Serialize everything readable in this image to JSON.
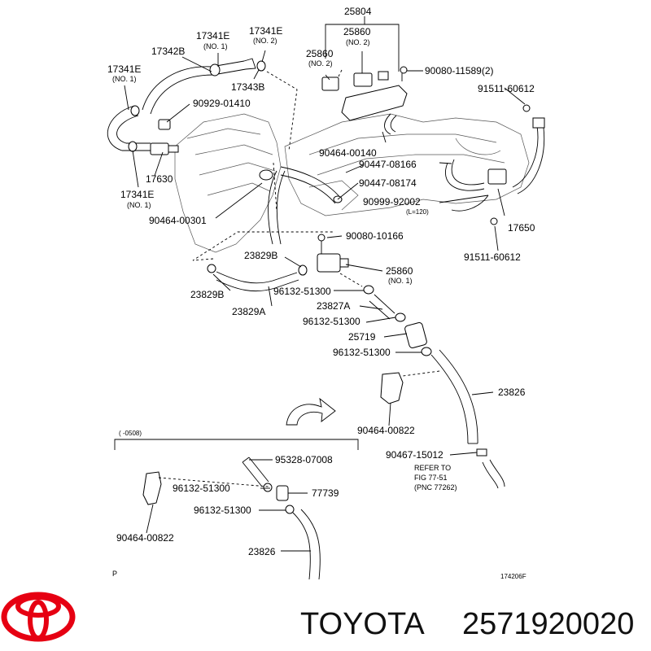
{
  "labels": {
    "p25804": "25804",
    "p25860_no2_a": "25860",
    "p25860_no2_a_sub": "(NO. 2)",
    "p25860_no2_b": "25860",
    "p25860_no2_b_sub": "(NO. 2)",
    "p17341e_top": "17341E",
    "p17341e_top_sub": "(NO. 1)",
    "p17341e_no2": "17341E",
    "p17341e_no2_sub": "(NO. 2)",
    "p17342b": "17342B",
    "p17343b": "17343B",
    "p17341e_left": "17341E",
    "p17341e_left_sub": "(NO. 1)",
    "p90929": "90929-01410",
    "p17630": "17630",
    "p17341e_bot": "17341E",
    "p17341e_bot_sub": "(NO. 1)",
    "p90464_00301": "90464-00301",
    "p90080_11589": "90080-11589(2)",
    "p91511_top": "91511-60612",
    "p90464_00140": "90464-00140",
    "p90447_08166": "90447-08166",
    "p90447_08174": "90447-08174",
    "p90999": "90999-92002",
    "p90999_sub": "(L=120)",
    "p17650": "17650",
    "p90080_10166": "90080-10166",
    "p91511_bot": "91511-60612",
    "p23829b_a": "23829B",
    "p25860_no1": "25860",
    "p25860_no1_sub": "(NO. 1)",
    "p23829b_b": "23829B",
    "p96132_a": "96132-51300",
    "p23829a": "23829A",
    "p23827a": "23827A",
    "p96132_b": "96132-51300",
    "p25719": "25719",
    "p96132_c": "96132-51300",
    "p23826_a": "23826",
    "p90464_00822_a": "90464-00822",
    "range_note": "(      -0508)",
    "p90467": "90467-15012",
    "refer_1": "REFER TO",
    "refer_2": "FIG 77-51",
    "refer_3": "(PNC 77262)",
    "p95328": "95328-07008",
    "p96132_d": "96132-51300",
    "p77739": "77739",
    "p96132_e": "96132-51300",
    "p90464_00822_b": "90464-00822",
    "p23826_b": "23826",
    "page_mark": "P",
    "fig_no": "174206F"
  },
  "brand": {
    "name": "TOYOTA",
    "part_number": "2571920020",
    "logo_color": "#e60012"
  }
}
